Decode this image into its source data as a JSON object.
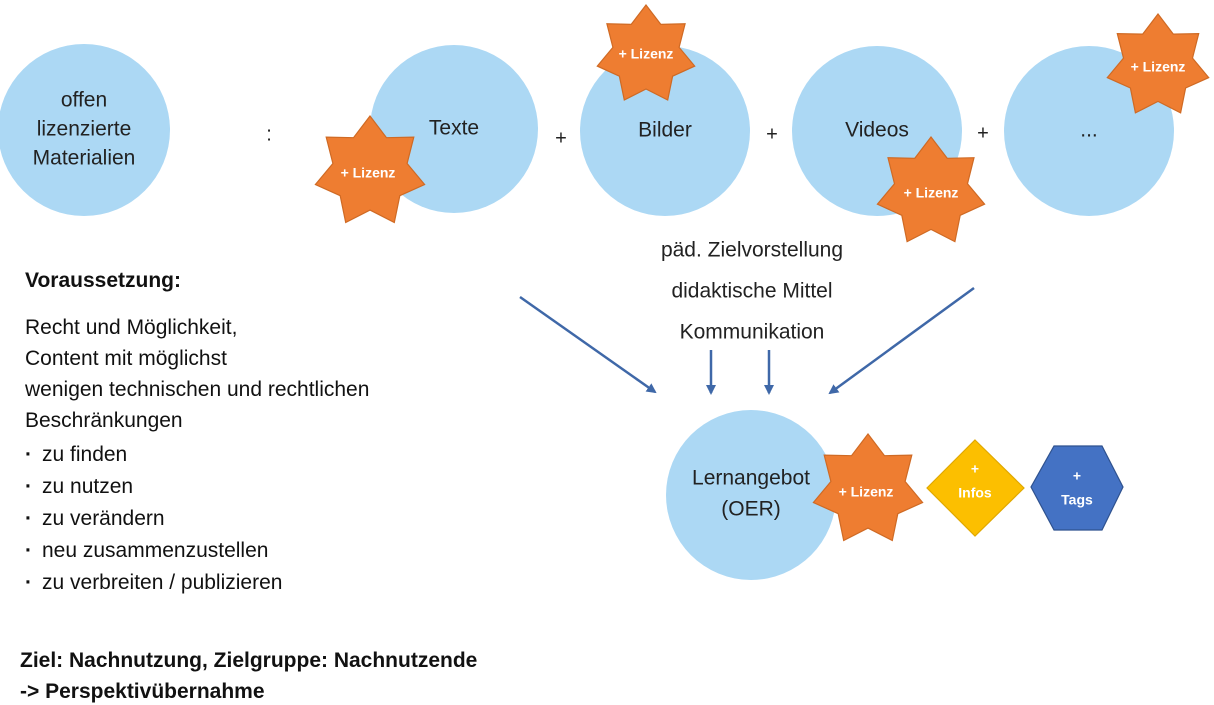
{
  "materials": {
    "source_label": [
      "offen",
      "lizenzierte",
      "Materialien"
    ],
    "colon": ":",
    "plus": "+",
    "items": [
      "Texte",
      "Bilder",
      "Videos",
      "..."
    ]
  },
  "badges": {
    "license": "+ Lizenz",
    "infos": [
      "+",
      "Infos"
    ],
    "tags": [
      "+",
      "Tags"
    ]
  },
  "context": {
    "lines": [
      "päd. Zielvorstellung",
      "didaktische Mittel",
      "Kommunikation"
    ]
  },
  "result": {
    "label": [
      "Lernangebot",
      "(OER)"
    ]
  },
  "requirements": {
    "heading": "Voraussetzung:",
    "body": [
      "Recht und Möglichkeit,",
      "Content mit möglichst",
      "wenigen technischen und rechtlichen",
      "Beschränkungen"
    ],
    "bullet_symbol": "·",
    "bullets": [
      "zu finden",
      "zu nutzen",
      "zu verändern",
      "neu zusammenzustellen",
      "zu verbreiten / publizieren"
    ]
  },
  "goal": {
    "line1": "Ziel: Nachnutzung, Zielgruppe: Nachnutzende",
    "line2": "-> Perspektivübernahme"
  },
  "colors": {
    "circle": "#acd8f4",
    "license_star": "#ee7d31",
    "infos_diamond": "#fcbf00",
    "tags_hexagon": "#4472c4",
    "arrow": "#3f68a8"
  }
}
